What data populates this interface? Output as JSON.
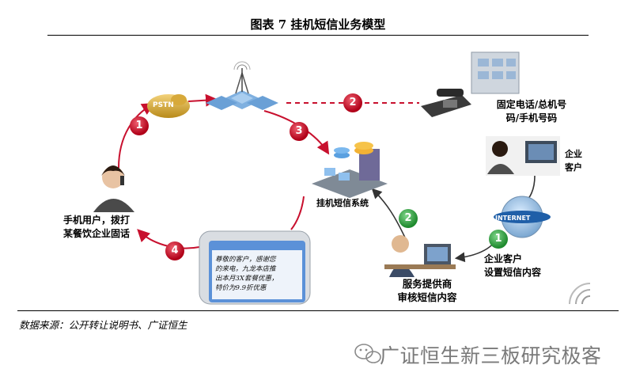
{
  "title": "图表 7 挂机短信业务模型",
  "source": "数据来源：公开转让说明书、广证恒生",
  "watermark": "广证恒生新三板研究极客",
  "labels": {
    "fixed_phone": "固定电话/总机号码/手机号码",
    "fixed_phone_line1": "固定电话/总机号",
    "fixed_phone_line2": "码/手机号码",
    "mobile_user_line1": "手机用户，拨打",
    "mobile_user_line2": "某餐饮企业固话",
    "server": "挂机短信系统",
    "enterprise_client_line1": "企业",
    "enterprise_client_line2": "客户",
    "setup_line1": "企业客户",
    "setup_line2": "设置短信内容",
    "provider_line1": "服务提供商",
    "provider_line2": "审核短信内容",
    "pstn": "PSTN",
    "internet": "INTERNET"
  },
  "sms_text": [
    "尊敬的客户，感谢您",
    "的来电，九龙本店推",
    "出本月3X套餐优惠，",
    "特价为9.9折优惠"
  ],
  "steps": {
    "s1": "1",
    "s2": "2",
    "s3": "3",
    "s4": "4",
    "g1": "1",
    "g2": "2"
  },
  "colors": {
    "red_badge": "#c8102e",
    "green_badge": "#2e9e3a",
    "arrow_red": "#c8102e",
    "arrow_dark": "#3a3a3a"
  }
}
